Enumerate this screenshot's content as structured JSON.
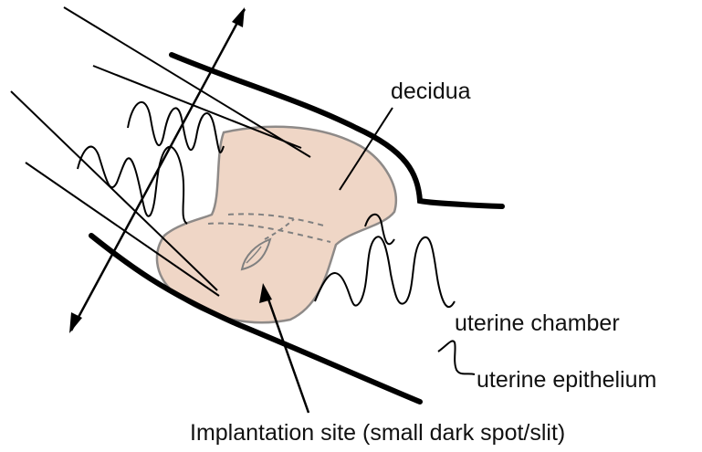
{
  "labels": {
    "decidua": "decidua",
    "uterine_chamber": "uterine chamber",
    "uterine_epithelium": "uterine epithelium",
    "implantation_site": "Implantation site (small dark spot/slit)"
  },
  "colors": {
    "decidua_fill": "#efd6c6",
    "decidua_stroke": "#8e8a88",
    "line": "#000000",
    "dashed": "#808080"
  }
}
